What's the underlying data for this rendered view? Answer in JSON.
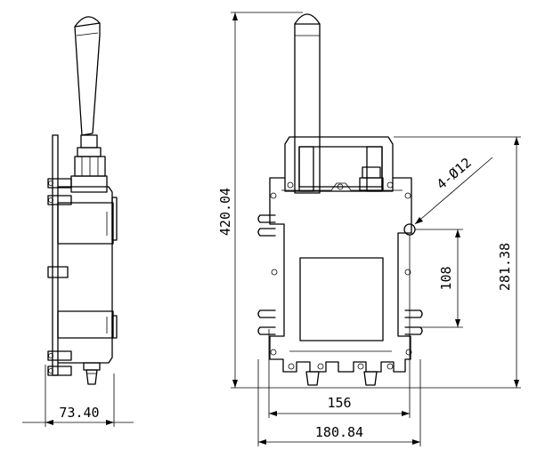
{
  "dimensions": {
    "side_depth": "73.40",
    "total_height": "420.04",
    "body_height": "281.38",
    "hole_spacing_vertical": "108",
    "hole_spacing_horizontal": "156",
    "overall_width": "180.84",
    "mount_holes": "4-Ø12"
  }
}
